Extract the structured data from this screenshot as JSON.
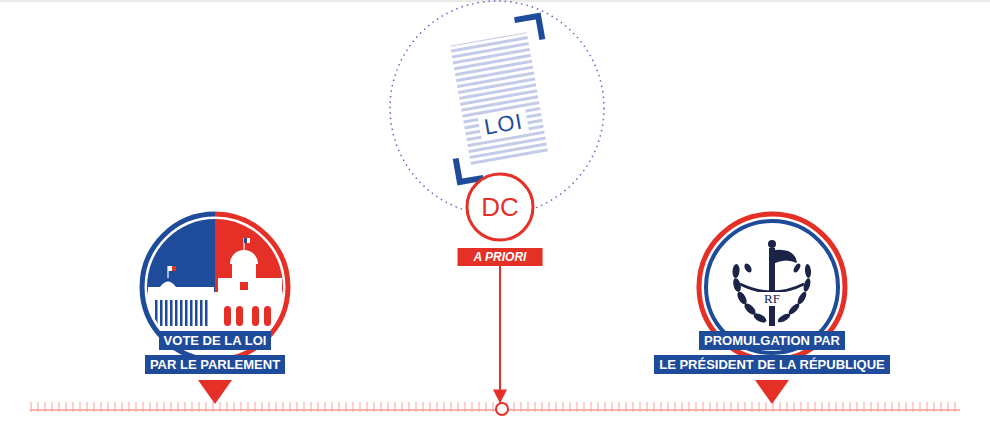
{
  "diagram": {
    "nodes": [
      {
        "text": [
          "VOTE DE LA LOI PAR LE PARLEMENT"
        ]
      },
      {
        "text": [
          "LOI"
        ]
      },
      {
        "text": [
          "DC",
          "A PRIORI"
        ]
      },
      {
        "text": [
          "PROMULGATION PAR LE PRÉSIDENT DE LA RÉPUBLIQUE"
        ]
      }
    ],
    "labels": [
      "RF"
    ]
  }
}
